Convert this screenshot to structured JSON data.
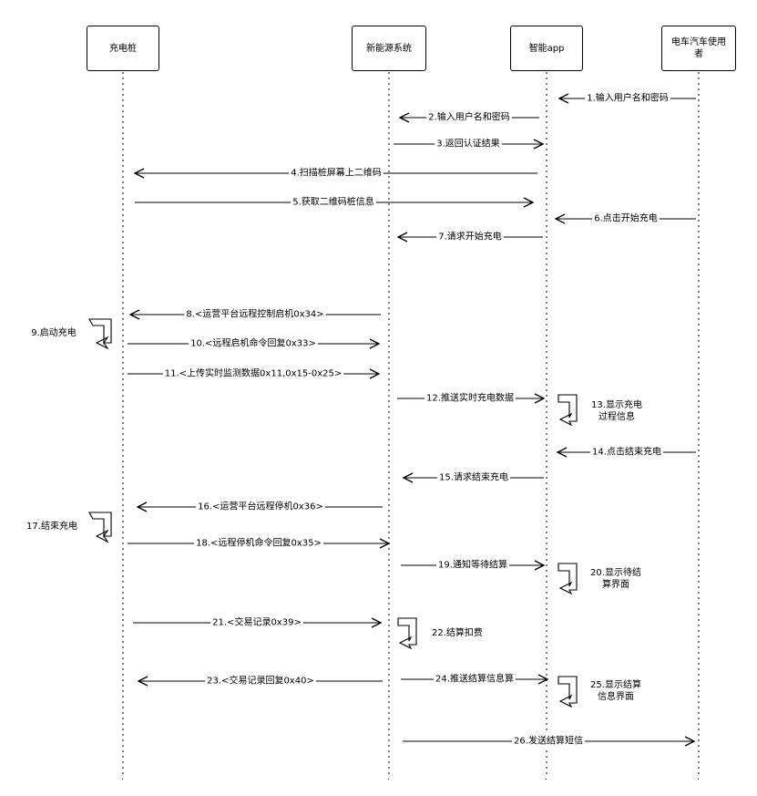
{
  "actors": [
    {
      "id": "pile",
      "label": "充电桩"
    },
    {
      "id": "system",
      "label": "新能源系统"
    },
    {
      "id": "app",
      "label": "智能app"
    },
    {
      "id": "user",
      "label": "电车汽车使用者"
    }
  ],
  "messages": [
    {
      "id": "m1",
      "label": "1.输入用户名和密码"
    },
    {
      "id": "m2",
      "label": "2.输入用户名和密码"
    },
    {
      "id": "m3",
      "label": "3.返回认证结果"
    },
    {
      "id": "m4",
      "label": "4.扫描桩屏幕上二维码"
    },
    {
      "id": "m5",
      "label": "5.获取二维码桩信息"
    },
    {
      "id": "m6",
      "label": "6.点击开始充电"
    },
    {
      "id": "m7",
      "label": "7.请求开始充电"
    },
    {
      "id": "m8",
      "label": "8.<运营平台远程控制启机0x34>"
    },
    {
      "id": "m10",
      "label": "10.<远程启机命令回复0x33>"
    },
    {
      "id": "m11",
      "label": "11.<上传实时监测数据0x11,0x15-0x25>"
    },
    {
      "id": "m12",
      "label": "12.推送实时充电数据"
    },
    {
      "id": "m14",
      "label": "14.点击结束充电"
    },
    {
      "id": "m15",
      "label": "15.请求结束充电"
    },
    {
      "id": "m16",
      "label": "16.<运营平台远程停机0x36>"
    },
    {
      "id": "m18",
      "label": "18.<远程停机命令回复0x35>"
    },
    {
      "id": "m19",
      "label": "19.通知等待结算"
    },
    {
      "id": "m21",
      "label": "21.<交易记录0x39>"
    },
    {
      "id": "m23",
      "label": "23.<交易记录回复0x40>"
    },
    {
      "id": "m24",
      "label": "24.推送结算信息算"
    },
    {
      "id": "m26",
      "label": "26.发送结算短信"
    }
  ],
  "self_notes": [
    {
      "id": "n9",
      "label": "9.启动充电"
    },
    {
      "id": "n13",
      "label": "13.显示充电过程信息"
    },
    {
      "id": "n17",
      "label": "17.结束充电"
    },
    {
      "id": "n20",
      "label": "20.显示待结算界面"
    },
    {
      "id": "n22",
      "label": "22.结算扣费"
    },
    {
      "id": "n25",
      "label": "25.显示结算信息界面"
    }
  ]
}
